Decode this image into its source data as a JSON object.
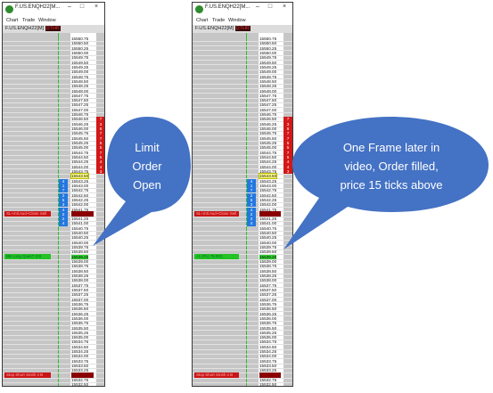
{
  "windows": [
    {
      "title": "F.US.ENQH22[M...",
      "menu": [
        "Chart",
        "Trade",
        "Window"
      ],
      "symbol": "F.US.ENQH22[M]",
      "symbol_tag": "DTHR",
      "controls": [
        "–",
        "□",
        "×"
      ],
      "prices": [
        "15550.75",
        "15550.50",
        "15550.25",
        "15550.00",
        "15549.75",
        "15549.50",
        "15549.25",
        "15549.00",
        "15548.75",
        "15548.50",
        "15548.25",
        "15548.00",
        "15547.75",
        "15547.50",
        "15547.25",
        "15547.00",
        "15546.75",
        "15546.50",
        "15546.25",
        "15546.00",
        "15545.75",
        "15545.50",
        "15545.25",
        "15545.00",
        "15544.75",
        "15544.50",
        "15544.25",
        "15544.00",
        "15543.75",
        "15543.50",
        "15543.25",
        "15543.00",
        "15542.75",
        "15542.50",
        "15542.25",
        "15542.00",
        "15541.75",
        "15541.50",
        "15541.25",
        "15541.00",
        "15540.75",
        "15540.50",
        "15540.25",
        "15540.00",
        "15539.75",
        "15539.50",
        "15539.25",
        "15539.00",
        "15538.75",
        "15538.50",
        "15538.25",
        "15538.00",
        "15537.75",
        "15537.50",
        "15537.25",
        "15537.00",
        "15536.75",
        "15536.50",
        "15536.25",
        "15536.00",
        "15535.75",
        "15535.50",
        "15535.25",
        "15535.00",
        "15534.75",
        "15534.50",
        "15534.25",
        "15534.00",
        "15533.75",
        "15533.50",
        "15533.25",
        "15533.00",
        "15532.75",
        "15532.50",
        "15532.25"
      ],
      "ask_sizes": [
        "7",
        "3",
        "8",
        "7",
        "7",
        "5",
        "5",
        "7",
        "5",
        "4",
        "4",
        "3"
      ],
      "bid_sizes": [
        "4",
        "1",
        "7",
        "2",
        "5",
        "3",
        "4",
        "2",
        "2",
        "4"
      ],
      "orders": [
        {
          "row": 37,
          "color": "red",
          "label": "SL+mtl.Aud+Close Sell"
        },
        {
          "row": 46,
          "color": "green",
          "label": "BB Long QuanT 3  B"
        },
        {
          "row": 71,
          "color": "red",
          "label": "Stop Short Smith 3  B"
        }
      ],
      "highlight_row": 29,
      "filled_row": 46
    },
    {
      "title": "F.US.ENQH22[M...",
      "menu": [
        "Chart",
        "Trade",
        "Window"
      ],
      "symbol": "F.US.ENQH22[M]",
      "symbol_tag": "DTHR",
      "controls": [
        "–",
        "□",
        "×"
      ],
      "prices": [
        "15550.75",
        "15550.50",
        "15550.25",
        "15550.00",
        "15549.75",
        "15549.50",
        "15549.25",
        "15549.00",
        "15548.75",
        "15548.50",
        "15548.25",
        "15548.00",
        "15547.75",
        "15547.50",
        "15547.25",
        "15547.00",
        "15546.75",
        "15546.50",
        "15546.25",
        "15546.00",
        "15545.75",
        "15545.50",
        "15545.25",
        "15545.00",
        "15544.75",
        "15544.50",
        "15544.25",
        "15544.00",
        "15543.75",
        "15543.50",
        "15543.25",
        "15543.00",
        "15542.75",
        "15542.50",
        "15542.25",
        "15542.00",
        "15541.75",
        "15541.50",
        "15541.25",
        "15541.00",
        "15540.75",
        "15540.50",
        "15540.25",
        "15540.00",
        "15539.75",
        "15539.50",
        "15539.25",
        "15539.00",
        "15538.75",
        "15538.50",
        "15538.25",
        "15538.00",
        "15537.75",
        "15537.50",
        "15537.25",
        "15537.00",
        "15536.75",
        "15536.50",
        "15536.25",
        "15536.00",
        "15535.75",
        "15535.50",
        "15535.25",
        "15535.00",
        "15534.75",
        "15534.50",
        "15534.25",
        "15534.00",
        "15533.75",
        "15533.50",
        "15533.25",
        "15533.00",
        "15532.75",
        "15532.50",
        "15532.25"
      ],
      "ask_sizes": [
        "7",
        "3",
        "8",
        "7",
        "7",
        "5",
        "5",
        "7",
        "5",
        "4",
        "4",
        "3"
      ],
      "bid_sizes": [
        "4",
        "1",
        "7",
        "2",
        "5",
        "3",
        "4",
        "2",
        "2",
        "4"
      ],
      "orders": [
        {
          "row": 37,
          "color": "red",
          "label": "SL+mtl.Aud+Close Sell"
        },
        {
          "row": 46,
          "color": "green",
          "label": "+1 (PL) 75.00C"
        },
        {
          "row": 71,
          "color": "red",
          "label": "Stop Short Smith 3  B"
        }
      ],
      "highlight_row": 29,
      "filled_row": 46
    }
  ],
  "callouts": [
    {
      "lines": [
        "Limit",
        "Order",
        "Open"
      ],
      "color": "#4472c4"
    },
    {
      "lines": [
        "One Frame later in",
        "video, Order filled,",
        "price 15 ticks above"
      ],
      "color": "#4472c4"
    }
  ]
}
